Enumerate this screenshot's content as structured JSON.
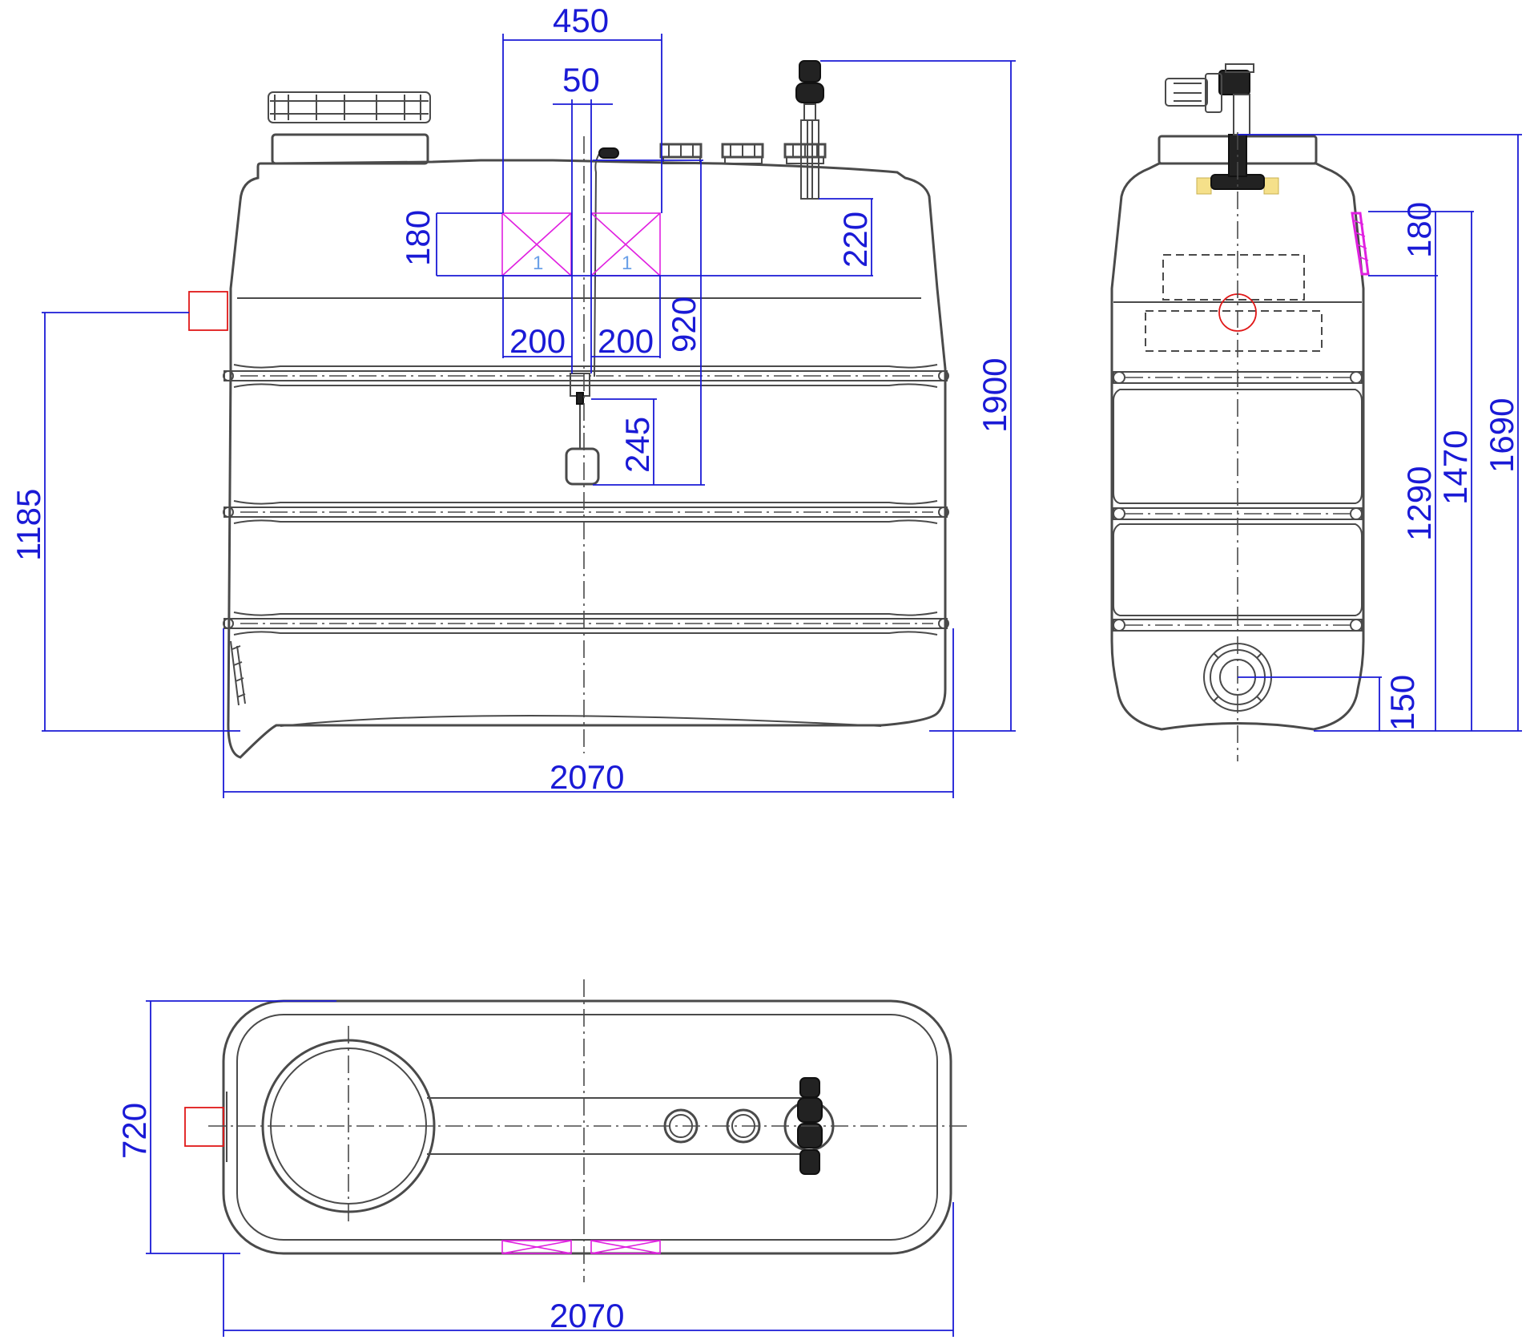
{
  "front_view": {
    "dims": {
      "top_width": "450",
      "inner_width": "50",
      "left_height": "180",
      "right_depth": "220",
      "spacing_left": "200",
      "spacing_right": "200",
      "level_920": "920",
      "float_245": "245",
      "total_height": "1900",
      "side_inlet": "1185",
      "length": "2070"
    },
    "mark_labels": [
      "1",
      "1"
    ]
  },
  "side_view": {
    "dims": {
      "top_mark": "180",
      "h1290": "1290",
      "h1470": "1470",
      "h1690": "1690",
      "outlet": "150"
    }
  },
  "top_view": {
    "dims": {
      "width": "720",
      "length": "2070"
    }
  },
  "colors": {
    "dimension": "#1a1ad6",
    "outline": "#4a4a4a",
    "marker": "#e020e0",
    "inlet": "#e01818",
    "fitting": "#f5e08a"
  }
}
